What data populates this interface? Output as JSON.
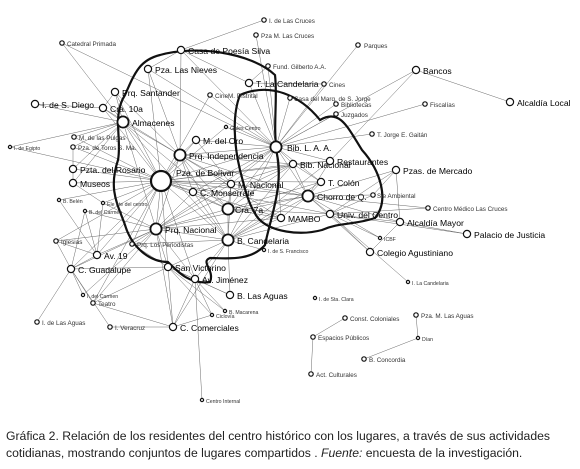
{
  "caption": {
    "lead": "Gráfica 2. Relación de los residentes del centro histórico con los lugares, a través de sus actividades cotidianas, mostrando conjuntos de lugares compartidos . ",
    "source_label": "Fuente:",
    "source_text": " encuesta de la investigación."
  },
  "graph": {
    "nodes": [
      {
        "id": "n01",
        "label": "I. de Las Cruces",
        "size": "small"
      },
      {
        "id": "n02",
        "label": "Pza M. Las Cruces",
        "size": "small"
      },
      {
        "id": "n03",
        "label": "Catedral Primada",
        "size": "small"
      },
      {
        "id": "n04",
        "label": "Casa de Poesía Silva",
        "size": "medium"
      },
      {
        "id": "n05",
        "label": "Parques",
        "size": "small"
      },
      {
        "id": "n06",
        "label": "Fund. Gilberto A.A.",
        "size": "small"
      },
      {
        "id": "n07",
        "label": "Pza. Las Nieves",
        "size": "medium"
      },
      {
        "id": "n08",
        "label": "T. La Candelaria",
        "size": "medium"
      },
      {
        "id": "n09",
        "label": "Cines",
        "size": "small"
      },
      {
        "id": "n10",
        "label": "Bancos",
        "size": "medium"
      },
      {
        "id": "n11",
        "label": "Prq. Santander",
        "size": "medium"
      },
      {
        "id": "n12",
        "label": "CineM. Distrital",
        "size": "small"
      },
      {
        "id": "n13",
        "label": "Casa del Marq. de S. Jorge",
        "size": "small"
      },
      {
        "id": "n14",
        "label": "Alcaldía Local",
        "size": "medium"
      },
      {
        "id": "n15",
        "label": "I. de S. Diego",
        "size": "medium"
      },
      {
        "id": "n16",
        "label": "Cra. 10a",
        "size": "medium"
      },
      {
        "id": "n17",
        "label": "Bibliotecas",
        "size": "small"
      },
      {
        "id": "n18",
        "label": "Fiscalías",
        "size": "small"
      },
      {
        "id": "n19",
        "label": "Juzgados",
        "size": "small"
      },
      {
        "id": "n20",
        "label": "Almacenes",
        "size": "large"
      },
      {
        "id": "n21",
        "label": "Gales Centro",
        "size": "tiny"
      },
      {
        "id": "n22",
        "label": "M. de las Pulgas",
        "size": "small"
      },
      {
        "id": "n23",
        "label": "M. del Oro",
        "size": "medium"
      },
      {
        "id": "n24",
        "label": "Bib. L. A. A.",
        "size": "large"
      },
      {
        "id": "n25",
        "label": "T. Jorge E. Gaitán",
        "size": "small"
      },
      {
        "id": "n26",
        "label": "I. de Egipto",
        "size": "tiny"
      },
      {
        "id": "n27",
        "label": "Pza. de Toros S. Ma.",
        "size": "small"
      },
      {
        "id": "n28",
        "label": "Prq. Independencia",
        "size": "large"
      },
      {
        "id": "n29",
        "label": "Bib. Nacional",
        "size": "medium"
      },
      {
        "id": "n30",
        "label": "Restaurantes",
        "size": "medium"
      },
      {
        "id": "n31",
        "label": "Pzta. del Rosario",
        "size": "medium"
      },
      {
        "id": "n32",
        "label": "Pza. de Bolívar",
        "size": "huge"
      },
      {
        "id": "n33",
        "label": "T. Colón",
        "size": "medium"
      },
      {
        "id": "n34",
        "label": "Pzas. de Mercado",
        "size": "medium"
      },
      {
        "id": "n35",
        "label": "Museos",
        "size": "medium"
      },
      {
        "id": "n36",
        "label": "M. Nacional",
        "size": "medium"
      },
      {
        "id": "n37",
        "label": "Chorro de Q.",
        "size": "large"
      },
      {
        "id": "n38",
        "label": "Sie Ambiental",
        "size": "small"
      },
      {
        "id": "n39",
        "label": "B. Belén",
        "size": "tiny"
      },
      {
        "id": "n40",
        "label": "C. Monserrate",
        "size": "medium"
      },
      {
        "id": "n41",
        "label": "Ele nte del centro",
        "size": "tiny"
      },
      {
        "id": "n42",
        "label": "Centro Médico Las Cruces",
        "size": "small"
      },
      {
        "id": "n43",
        "label": "B. del Carmen",
        "size": "tiny"
      },
      {
        "id": "n44",
        "label": "Cra. 7a",
        "size": "large"
      },
      {
        "id": "n45",
        "label": "MAMBO",
        "size": "medium"
      },
      {
        "id": "n46",
        "label": "Univ. del Centro",
        "size": "medium"
      },
      {
        "id": "n47",
        "label": "Alcaldía Mayor",
        "size": "medium"
      },
      {
        "id": "n48",
        "label": "Prq. Nacional",
        "size": "large"
      },
      {
        "id": "n49",
        "label": "Palacio de Justicia",
        "size": "medium"
      },
      {
        "id": "n50",
        "label": "Iglesias",
        "size": "small"
      },
      {
        "id": "n51",
        "label": "Prq. Los Periodistas",
        "size": "small"
      },
      {
        "id": "n52",
        "label": "B. Candelaria",
        "size": "large"
      },
      {
        "id": "n53",
        "label": "ICBF",
        "size": "tiny"
      },
      {
        "id": "n54",
        "label": "Av. 19",
        "size": "medium"
      },
      {
        "id": "n55",
        "label": "I. de S. Francisco",
        "size": "tiny"
      },
      {
        "id": "n56",
        "label": "Colegio Agustiniano",
        "size": "medium"
      },
      {
        "id": "n57",
        "label": "C. Guadalupe",
        "size": "medium"
      },
      {
        "id": "n58",
        "label": "San Victorino",
        "size": "medium"
      },
      {
        "id": "n59",
        "label": "I. La Candelaria",
        "size": "tiny"
      },
      {
        "id": "n60",
        "label": "I. del Carmen",
        "size": "tiny"
      },
      {
        "id": "n61",
        "label": "Av. Jiménez",
        "size": "medium"
      },
      {
        "id": "n62",
        "label": "Teatro",
        "size": "small"
      },
      {
        "id": "n63",
        "label": "B. Las Aguas",
        "size": "medium"
      },
      {
        "id": "n64",
        "label": "I. de Sta. Clara",
        "size": "tiny"
      },
      {
        "id": "n65",
        "label": "Pza. M. Las Aguas",
        "size": "small"
      },
      {
        "id": "n66",
        "label": "Ciclovía",
        "size": "tiny"
      },
      {
        "id": "n67",
        "label": "B. Macarena",
        "size": "tiny"
      },
      {
        "id": "n68",
        "label": "Const. Coloniales",
        "size": "small"
      },
      {
        "id": "n69",
        "label": "I. de Las Aguas",
        "size": "small"
      },
      {
        "id": "n70",
        "label": "I. Veracruz",
        "size": "small"
      },
      {
        "id": "n71",
        "label": "C. Comerciales",
        "size": "medium"
      },
      {
        "id": "n72",
        "label": "Dían",
        "size": "tiny"
      },
      {
        "id": "n73",
        "label": "Espacios Públicos",
        "size": "small"
      },
      {
        "id": "n74",
        "label": "B. Concordia",
        "size": "small"
      },
      {
        "id": "n75",
        "label": "Act. Culturales",
        "size": "small"
      },
      {
        "id": "n76",
        "label": "Centro Internal",
        "size": "tiny"
      }
    ],
    "edges": [
      [
        "n32",
        "n20"
      ],
      [
        "n32",
        "n28"
      ],
      [
        "n32",
        "n23"
      ],
      [
        "n32",
        "n24"
      ],
      [
        "n32",
        "n29"
      ],
      [
        "n32",
        "n36"
      ],
      [
        "n32",
        "n37"
      ],
      [
        "n32",
        "n40"
      ],
      [
        "n32",
        "n44"
      ],
      [
        "n32",
        "n45"
      ],
      [
        "n32",
        "n48"
      ],
      [
        "n32",
        "n52"
      ],
      [
        "n32",
        "n35"
      ],
      [
        "n32",
        "n31"
      ],
      [
        "n32",
        "n27"
      ],
      [
        "n32",
        "n16"
      ],
      [
        "n32",
        "n11"
      ],
      [
        "n32",
        "n07"
      ],
      [
        "n32",
        "n54"
      ],
      [
        "n32",
        "n57"
      ],
      [
        "n32",
        "n58"
      ],
      [
        "n32",
        "n61"
      ],
      [
        "n32",
        "n41"
      ],
      [
        "n32",
        "n50"
      ],
      [
        "n32",
        "n51"
      ],
      [
        "n32",
        "n30"
      ],
      [
        "n32",
        "n33"
      ],
      [
        "n32",
        "n46"
      ],
      [
        "n32",
        "n12"
      ],
      [
        "n32",
        "n21"
      ],
      [
        "n32",
        "n39"
      ],
      [
        "n32",
        "n26"
      ],
      [
        "n32",
        "n22"
      ],
      [
        "n32",
        "n62"
      ],
      [
        "n24",
        "n29"
      ],
      [
        "n24",
        "n30"
      ],
      [
        "n24",
        "n33"
      ],
      [
        "n24",
        "n37"
      ],
      [
        "n24",
        "n28"
      ],
      [
        "n24",
        "n23"
      ],
      [
        "n24",
        "n36"
      ],
      [
        "n24",
        "n44"
      ],
      [
        "n24",
        "n45"
      ],
      [
        "n24",
        "n52"
      ],
      [
        "n24",
        "n08"
      ],
      [
        "n24",
        "n06"
      ],
      [
        "n24",
        "n09"
      ],
      [
        "n24",
        "n13"
      ],
      [
        "n24",
        "n17"
      ],
      [
        "n24",
        "n19"
      ],
      [
        "n24",
        "n12"
      ],
      [
        "n24",
        "n18"
      ],
      [
        "n24",
        "n25"
      ],
      [
        "n24",
        "n05"
      ],
      [
        "n24",
        "n02"
      ],
      [
        "n24",
        "n04"
      ],
      [
        "n24",
        "n07"
      ],
      [
        "n24",
        "n48"
      ],
      [
        "n24",
        "n40"
      ],
      [
        "n24",
        "n21"
      ],
      [
        "n24",
        "n03"
      ],
      [
        "n20",
        "n28"
      ],
      [
        "n20",
        "n11"
      ],
      [
        "n20",
        "n16"
      ],
      [
        "n20",
        "n15"
      ],
      [
        "n20",
        "n22"
      ],
      [
        "n20",
        "n27"
      ],
      [
        "n20",
        "n31"
      ],
      [
        "n20",
        "n35"
      ],
      [
        "n20",
        "n03"
      ],
      [
        "n20",
        "n26"
      ],
      [
        "n20",
        "n48"
      ],
      [
        "n20",
        "n52"
      ],
      [
        "n20",
        "n44"
      ],
      [
        "n28",
        "n23"
      ],
      [
        "n28",
        "n29"
      ],
      [
        "n28",
        "n36"
      ],
      [
        "n28",
        "n48"
      ],
      [
        "n28",
        "n52"
      ],
      [
        "n28",
        "n44"
      ],
      [
        "n28",
        "n40"
      ],
      [
        "n28",
        "n45"
      ],
      [
        "n28",
        "n37"
      ],
      [
        "n28",
        "n04"
      ],
      [
        "n28",
        "n07"
      ],
      [
        "n28",
        "n11"
      ],
      [
        "n28",
        "n16"
      ],
      [
        "n48",
        "n52"
      ],
      [
        "n48",
        "n44"
      ],
      [
        "n48",
        "n40"
      ],
      [
        "n48",
        "n51"
      ],
      [
        "n48",
        "n54"
      ],
      [
        "n48",
        "n57"
      ],
      [
        "n48",
        "n58"
      ],
      [
        "n48",
        "n50"
      ],
      [
        "n48",
        "n41"
      ],
      [
        "n48",
        "n61"
      ],
      [
        "n48",
        "n71"
      ],
      [
        "n48",
        "n43"
      ],
      [
        "n48",
        "n60"
      ],
      [
        "n48",
        "n62"
      ],
      [
        "n48",
        "n36"
      ],
      [
        "n48",
        "n45"
      ],
      [
        "n48",
        "n37"
      ],
      [
        "n48",
        "n29"
      ],
      [
        "n52",
        "n44"
      ],
      [
        "n52",
        "n45"
      ],
      [
        "n52",
        "n37"
      ],
      [
        "n52",
        "n36"
      ],
      [
        "n52",
        "n40"
      ],
      [
        "n52",
        "n46"
      ],
      [
        "n52",
        "n55"
      ],
      [
        "n52",
        "n63"
      ],
      [
        "n52",
        "n61"
      ],
      [
        "n52",
        "n58"
      ],
      [
        "n52",
        "n29"
      ],
      [
        "n52",
        "n33"
      ],
      [
        "n52",
        "n30"
      ],
      [
        "n52",
        "n71"
      ],
      [
        "n52",
        "n51"
      ],
      [
        "n44",
        "n45"
      ],
      [
        "n44",
        "n37"
      ],
      [
        "n44",
        "n36"
      ],
      [
        "n44",
        "n40"
      ],
      [
        "n44",
        "n29"
      ],
      [
        "n44",
        "n33"
      ],
      [
        "n44",
        "n46"
      ],
      [
        "n37",
        "n33"
      ],
      [
        "n37",
        "n45"
      ],
      [
        "n37",
        "n46"
      ],
      [
        "n37",
        "n30"
      ],
      [
        "n37",
        "n29"
      ],
      [
        "n37",
        "n38"
      ],
      [
        "n37",
        "n34"
      ],
      [
        "n37",
        "n47"
      ],
      [
        "n37",
        "n53"
      ],
      [
        "n37",
        "n42"
      ],
      [
        "n37",
        "n56"
      ],
      [
        "n37",
        "n36"
      ],
      [
        "n46",
        "n47"
      ],
      [
        "n46",
        "n56"
      ],
      [
        "n46",
        "n34"
      ],
      [
        "n46",
        "n38"
      ],
      [
        "n46",
        "n42"
      ],
      [
        "n46",
        "n53"
      ],
      [
        "n46",
        "n59"
      ],
      [
        "n46",
        "n49"
      ],
      [
        "n47",
        "n49"
      ],
      [
        "n47",
        "n56"
      ],
      [
        "n47",
        "n34"
      ],
      [
        "n10",
        "n14"
      ],
      [
        "n10",
        "n30"
      ],
      [
        "n10",
        "n24"
      ],
      [
        "n34",
        "n38"
      ],
      [
        "n58",
        "n61"
      ],
      [
        "n58",
        "n71"
      ],
      [
        "n58",
        "n63"
      ],
      [
        "n58",
        "n57"
      ],
      [
        "n58",
        "n66"
      ],
      [
        "n58",
        "n67"
      ],
      [
        "n58",
        "n62"
      ],
      [
        "n58",
        "n51"
      ],
      [
        "n61",
        "n63"
      ],
      [
        "n61",
        "n71"
      ],
      [
        "n61",
        "n67"
      ],
      [
        "n61",
        "n66"
      ],
      [
        "n61",
        "n76"
      ],
      [
        "n57",
        "n54"
      ],
      [
        "n57",
        "n60"
      ],
      [
        "n57",
        "n62"
      ],
      [
        "n57",
        "n70"
      ],
      [
        "n57",
        "n69"
      ],
      [
        "n57",
        "n43"
      ],
      [
        "n57",
        "n50"
      ],
      [
        "n54",
        "n50"
      ],
      [
        "n54",
        "n41"
      ],
      [
        "n54",
        "n39"
      ],
      [
        "n54",
        "n43"
      ],
      [
        "n71",
        "n70"
      ],
      [
        "n71",
        "n66"
      ],
      [
        "n71",
        "n62"
      ],
      [
        "n68",
        "n73"
      ],
      [
        "n73",
        "n75"
      ],
      [
        "n65",
        "n72"
      ],
      [
        "n72",
        "n74"
      ],
      [
        "n29",
        "n36"
      ],
      [
        "n29",
        "n33"
      ],
      [
        "n29",
        "n30"
      ],
      [
        "n36",
        "n40"
      ],
      [
        "n23",
        "n36"
      ],
      [
        "n35",
        "n31"
      ],
      [
        "n35",
        "n41"
      ],
      [
        "n31",
        "n27"
      ],
      [
        "n01",
        "n04"
      ],
      [
        "n08",
        "n06"
      ],
      [
        "n08",
        "n09"
      ],
      [
        "n08",
        "n04"
      ],
      [
        "n07",
        "n04"
      ],
      [
        "n11",
        "n16"
      ],
      [
        "n15",
        "n16"
      ]
    ]
  }
}
